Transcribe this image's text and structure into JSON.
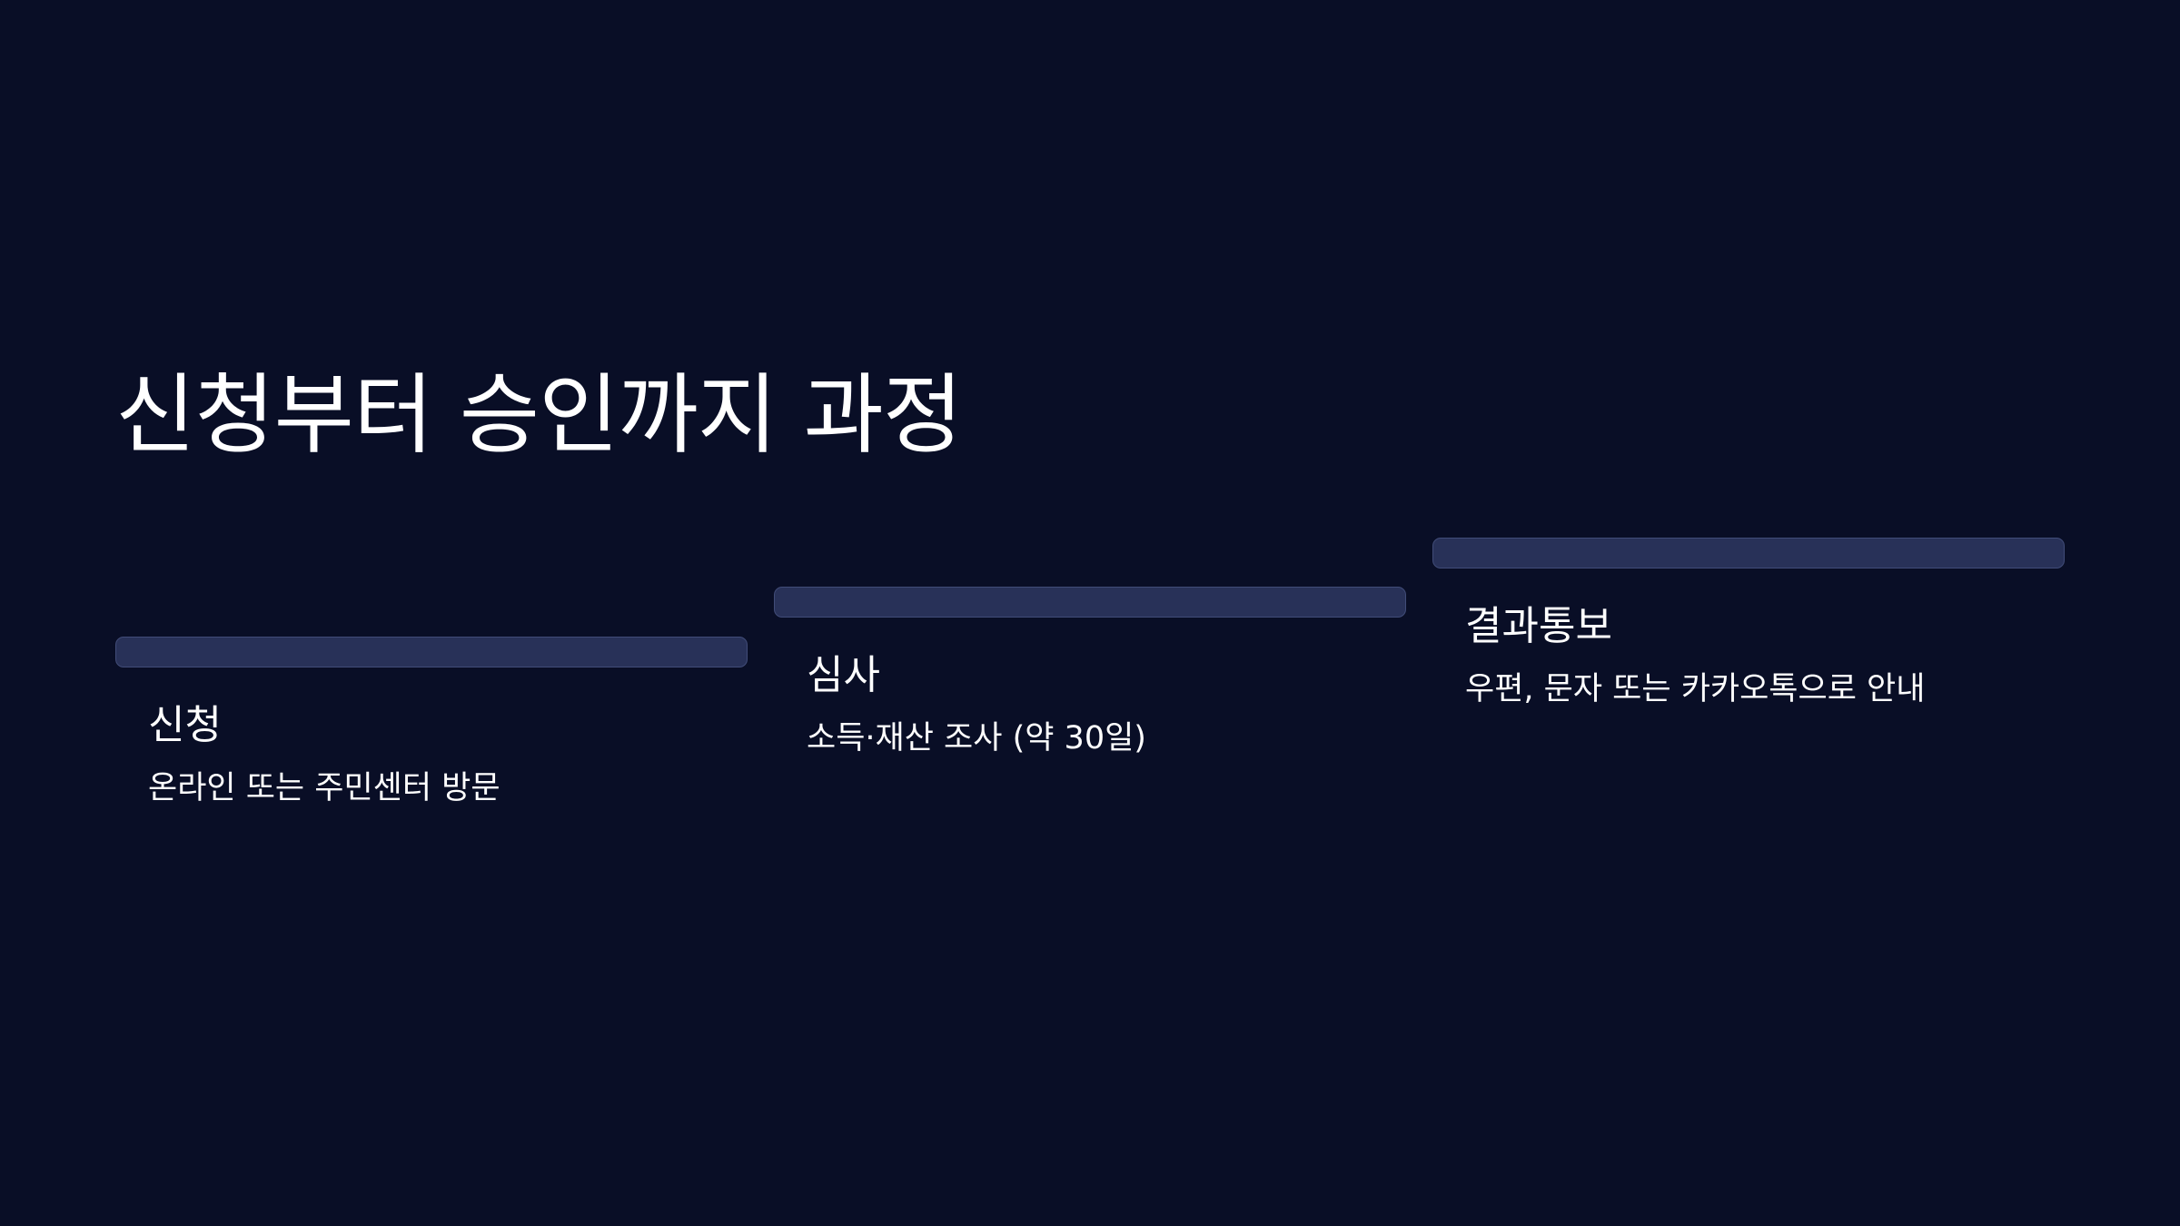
{
  "title": "신청부터 승인까지 과정",
  "steps": [
    {
      "title": "신청",
      "description": "온라인 또는 주민센터 방문"
    },
    {
      "title": "심사",
      "description": "소득·재산 조사 (약 30일)"
    },
    {
      "title": "결과통보",
      "description": "우편, 문자 또는 카카오톡으로 안내"
    }
  ],
  "colors": {
    "background": "#090e26",
    "bar": "#283158",
    "bar_border": "#414c78",
    "text": "#ffffff"
  }
}
